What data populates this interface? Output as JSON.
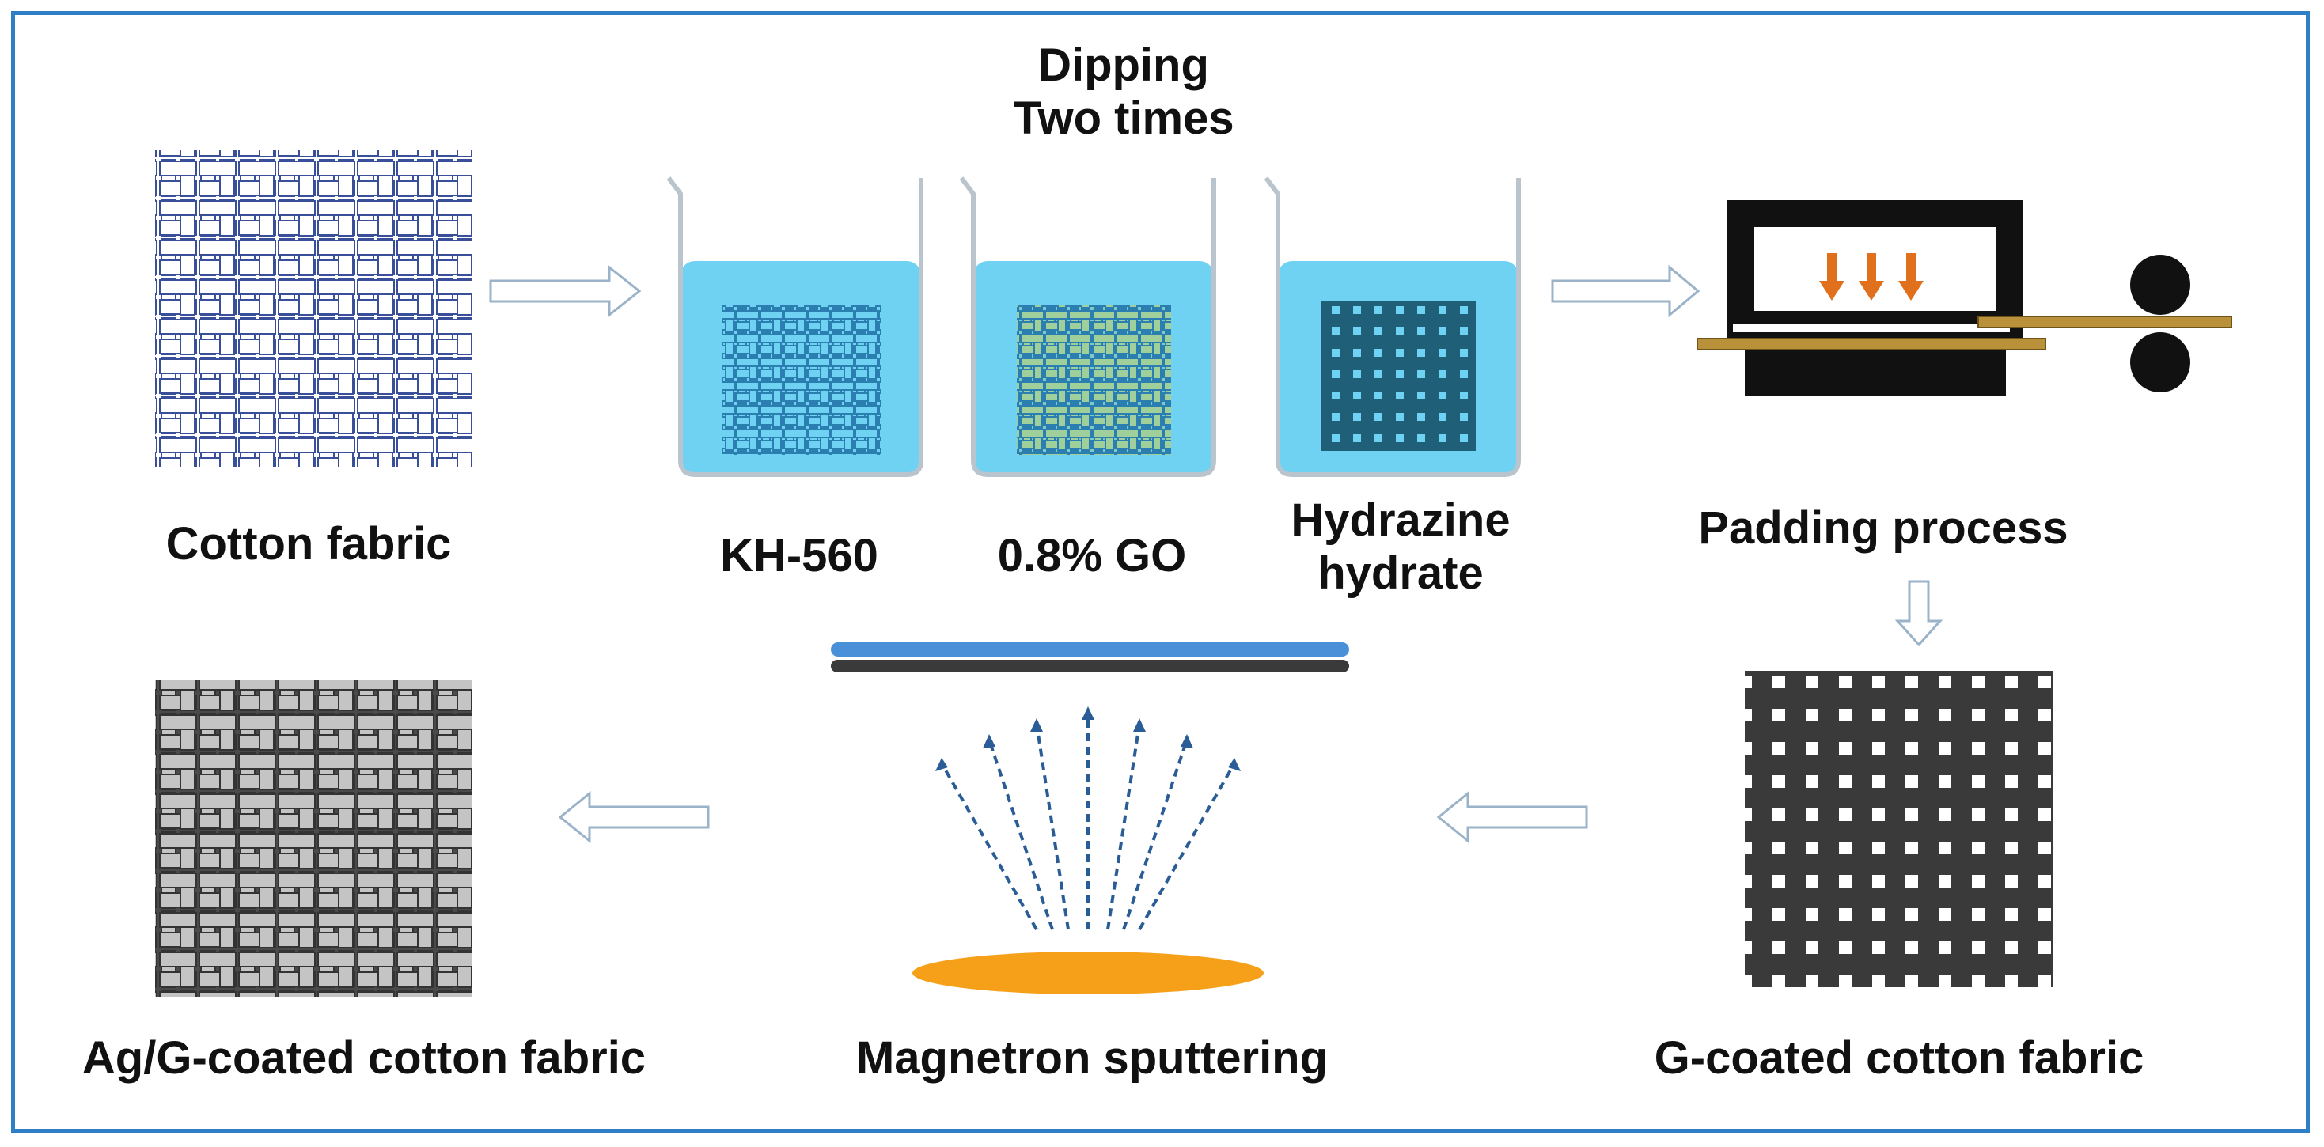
{
  "labels": {
    "cotton_fabric": "Cotton fabric",
    "kh560": "KH-560",
    "go": "0.8% GO",
    "hydrazine_line1": "Hydrazine",
    "hydrazine_line2": "hydrate",
    "dipping_line1": "Dipping",
    "dipping_line2": "Two times",
    "padding": "Padding process",
    "g_coated": "G-coated cotton fabric",
    "magnetron": "Magnetron sputtering",
    "ag_g_coated": "Ag/G-coated cotton fabric"
  },
  "colors": {
    "frame": "#2f7fc7",
    "liquid": "#6fd2f3",
    "cotton_weave": "#3a4f9a",
    "go_weave": "#8fbf9f",
    "graphene": "#3a3a3a",
    "silver": "#b5b5b5",
    "target": "#f6a01a",
    "press_arrows": "#e0701c",
    "fabric_strip": "#b8913a",
    "substrate_blue": "#4a90d9"
  }
}
